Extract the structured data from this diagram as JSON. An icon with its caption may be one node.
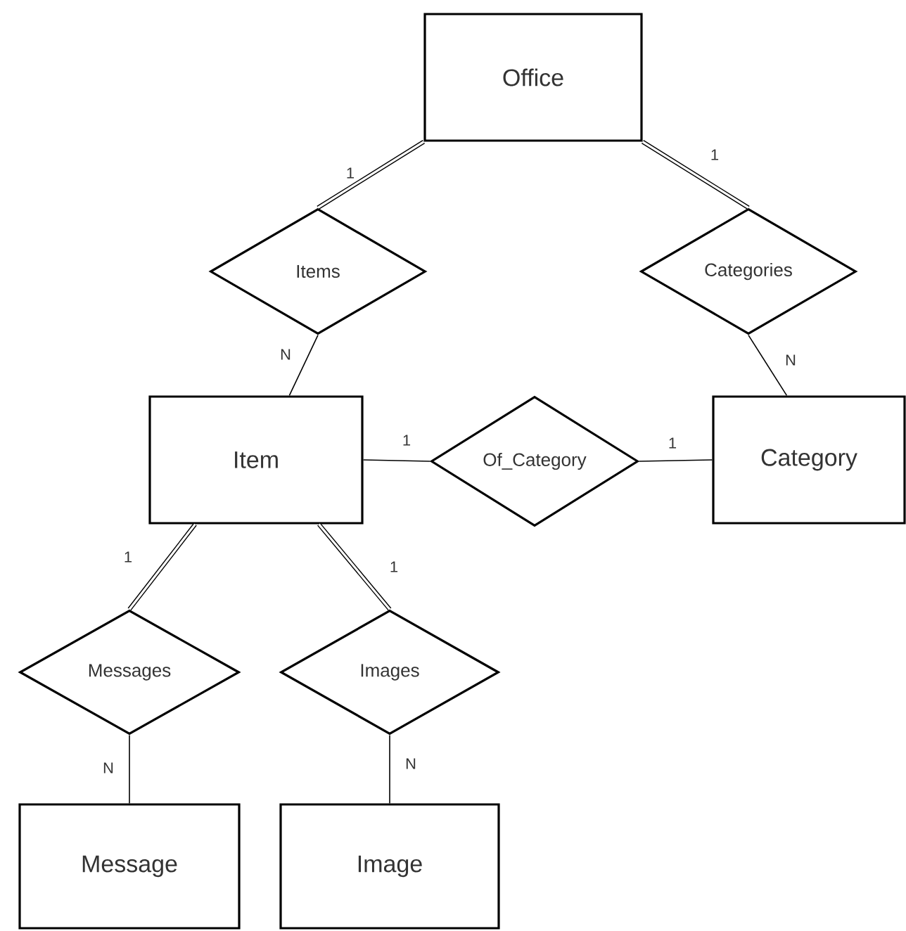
{
  "diagram": {
    "nodes": [
      {
        "text": [
          "Office"
        ]
      },
      {
        "text": [
          "Items"
        ]
      },
      {
        "text": [
          "Categories"
        ]
      },
      {
        "text": [
          "Item"
        ]
      },
      {
        "text": [
          "Of_Category"
        ]
      },
      {
        "text": [
          "Category"
        ]
      },
      {
        "text": [
          "Messages"
        ]
      },
      {
        "text": [
          "Images"
        ]
      },
      {
        "text": [
          "Message"
        ]
      },
      {
        "text": [
          "Image"
        ]
      }
    ],
    "edges": [
      {
        "from": 0,
        "to": 1,
        "arrow": "none",
        "label": "1",
        "style": "thick"
      },
      {
        "from": 0,
        "to": 2,
        "arrow": "none",
        "label": "1",
        "style": "thick"
      },
      {
        "from": 1,
        "to": 3,
        "arrow": "none",
        "label": "N"
      },
      {
        "from": 2,
        "to": 5,
        "arrow": "none",
        "label": "N"
      },
      {
        "from": 3,
        "to": 4,
        "arrow": "none",
        "label": "1"
      },
      {
        "from": 4,
        "to": 5,
        "arrow": "none",
        "label": "1"
      },
      {
        "from": 3,
        "to": 6,
        "arrow": "none",
        "label": "1",
        "style": "thick"
      },
      {
        "from": 3,
        "to": 7,
        "arrow": "none",
        "label": "1",
        "style": "thick"
      },
      {
        "from": 6,
        "to": 8,
        "arrow": "none",
        "label": "N"
      },
      {
        "from": 7,
        "to": 9,
        "arrow": "none",
        "label": "N"
      }
    ]
  }
}
